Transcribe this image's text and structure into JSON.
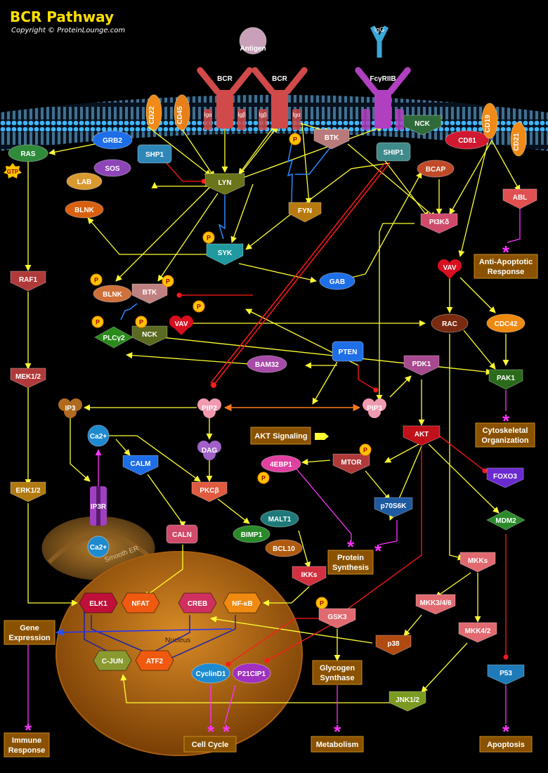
{
  "header": {
    "title": "BCR Pathway",
    "copyright": "Copyright © ProteinLounge.com"
  },
  "molecules": {
    "antigen": "Antigen",
    "igg": "IgG",
    "bcr1": "BCR",
    "bcr2": "BCR",
    "igalpha1": "Igα",
    "igbeta1": "Igβ",
    "igbeta2": "Igβ",
    "igalpha2": "Igα",
    "fcgr": "FcγRIIB",
    "cd22": "CD22",
    "cd45": "CD45",
    "nck_top": "NCK",
    "cd81": "CD81",
    "cd19": "CD19",
    "cd21": "CD21",
    "grb2": "GRB2",
    "shp1": "SHP1",
    "ras": "RAS",
    "sos": "SOS",
    "lyn": "LYN",
    "btk_top": "BTK",
    "ship1": "SHIP1",
    "bcap": "BCAP",
    "abl": "ABL",
    "lab": "LAB",
    "blnk_top": "BLNK",
    "fyn": "FYN",
    "pi3k": "PI3Kδ",
    "syk": "SYK",
    "raf1": "RAF1",
    "vav_right": "VAV",
    "blnk_mid": "BLNK",
    "btk_mid": "BTK",
    "gab": "GAB",
    "rac": "RAC",
    "cdc42": "CDC42",
    "plcg2": "PLCγ2",
    "nck_mid": "NCK",
    "vav_mid": "VAV",
    "mek": "MEK1/2",
    "pten": "PTEN",
    "bam32": "BAM32",
    "pdk1": "PDK1",
    "pak1": "PAK1",
    "ip3": "IP3",
    "pip2": "PIP2",
    "pip3": "PIP3",
    "ca_top": "Ca2+",
    "calm": "CALM",
    "dag": "DAG",
    "akt": "AKT",
    "fourebp1": "4EBP1",
    "mtor": "MTOR",
    "foxo3": "FOXO3",
    "erk": "ERK1/2",
    "ip3r": "IP3R",
    "pkcb": "PKCβ",
    "p70s6k": "p70S6K",
    "mdm2": "MDM2",
    "malt1": "MALT1",
    "bimp1": "BIMP1",
    "bcl10": "BCL10",
    "calN": "CALN",
    "ca_bottom": "Ca2+",
    "ikks": "IKKs",
    "mkks": "MKKs",
    "elk1": "ELK1",
    "nfat": "NFAT",
    "creb": "CREB",
    "nfkb": "NF-κB",
    "gsk3": "GSK3",
    "mkk346": "MKK3/4/6",
    "p38": "p38",
    "mkk42": "MKK4/2",
    "cjun": "C-JUN",
    "atf2": "ATF2",
    "cyclind1": "CyclinD1",
    "p21": "P21CIP1",
    "jnk": "JNK1/2",
    "p53": "P53"
  },
  "labels": {
    "gtp": "GTP",
    "p": "P",
    "smooth_er": "Smooth ER",
    "nucleus": "Nucleus",
    "akt_signaling": "AKT Signaling",
    "anti_apoptotic_1": "Anti-Apoptotic",
    "anti_apoptotic_2": "Response",
    "cyto_1": "Cytoskeletal",
    "cyto_2": "Organization",
    "protein_1": "Protein",
    "protein_2": "Synthesis",
    "gene_1": "Gene",
    "gene_2": "Expression",
    "glyco_1": "Glycogen",
    "glyco_2": "Synthase",
    "immune_1": "Immune",
    "immune_2": "Response",
    "cell_cycle": "Cell Cycle",
    "metabolism": "Metabolism",
    "apoptosis": "Apoptosis"
  },
  "colors": {
    "arrow": "#ffff33",
    "inhibit": "#ff1a1a",
    "outcome": "#ff33ff",
    "membrane": "#2aa6ff",
    "nucleus": "#c87415",
    "outbox": "#8a5200"
  }
}
